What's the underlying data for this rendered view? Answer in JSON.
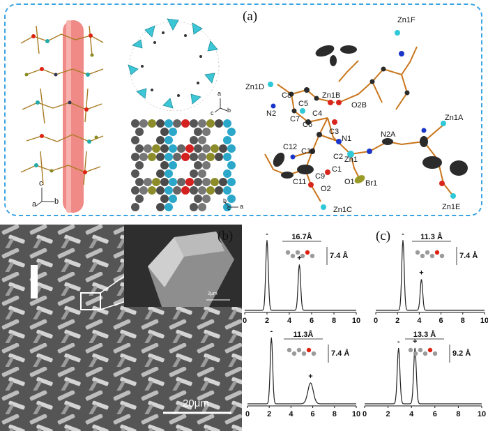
{
  "panel_a": {
    "label": "(a)",
    "axes_left": {
      "a": "a",
      "b": "b",
      "c": "c"
    },
    "axes_mid": {
      "a": "a",
      "b": "b",
      "c": "c"
    },
    "axes_bottom": {
      "b": "b",
      "c": "c",
      "a": "a"
    },
    "atoms": [
      "Zn1F",
      "Zn1D",
      "C8",
      "Zn1B",
      "C5",
      "O2B",
      "N2",
      "C4",
      "C7",
      "C6",
      "C3",
      "N1",
      "N2A",
      "Zn1A",
      "C12",
      "C10",
      "Zn1",
      "C2",
      "C1",
      "C9",
      "Br1",
      "C11",
      "O1",
      "O2",
      "Zn1C",
      "Zn1E"
    ]
  },
  "panel_b": {
    "label": "(b)",
    "inset_scale": "2μm",
    "scale_bar": "20μm"
  },
  "panel_c": {
    "label": "(c)",
    "chart_data": [
      {
        "type": "line",
        "x_ticks": [
          0,
          2,
          4,
          6,
          8,
          10
        ],
        "xlim": [
          0,
          10
        ],
        "peaks": [
          {
            "x": 2.0,
            "height": 0.95,
            "sign": "-"
          },
          {
            "x": 4.9,
            "height": 0.62,
            "sign": "+"
          }
        ],
        "annotations": [
          "16.7Å",
          "7.4 Å"
        ]
      },
      {
        "type": "line",
        "x_ticks": [
          0,
          2,
          4,
          6,
          8,
          10
        ],
        "xlim": [
          0,
          10
        ],
        "peaks": [
          {
            "x": 2.5,
            "height": 0.95,
            "sign": "-"
          },
          {
            "x": 4.2,
            "height": 0.42,
            "sign": "+"
          }
        ],
        "annotations": [
          "11.3 Å",
          "7.4 Å"
        ]
      },
      {
        "type": "line",
        "x_ticks": [
          0,
          2,
          4,
          6,
          8,
          10
        ],
        "xlim": [
          0,
          10
        ],
        "peaks": [
          {
            "x": 2.2,
            "height": 0.95,
            "sign": "-"
          },
          {
            "x": 5.8,
            "height": 0.3,
            "sign": "+"
          }
        ],
        "annotations": [
          "11.3Å",
          "7.4 Å"
        ]
      },
      {
        "type": "line",
        "x_ticks": [
          0,
          2,
          4,
          6,
          8,
          10
        ],
        "xlim": [
          0,
          10
        ],
        "peaks": [
          {
            "x": 2.9,
            "height": 0.8,
            "sign": "-"
          },
          {
            "x": 4.3,
            "height": 0.8,
            "sign": "+"
          }
        ],
        "annotations": [
          "13.3 Å",
          "9.2 Å"
        ]
      }
    ]
  }
}
